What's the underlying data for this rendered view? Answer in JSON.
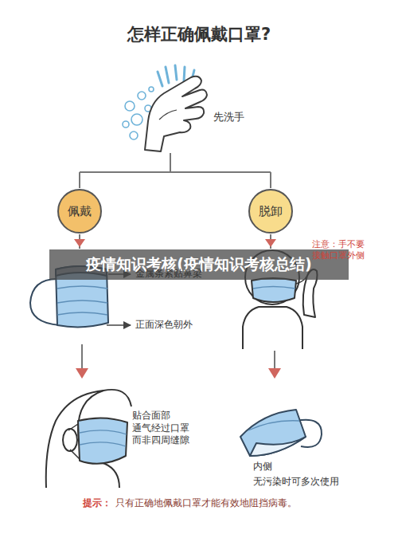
{
  "diagram": {
    "title": "怎样正确佩戴口罩?",
    "nodes": [
      {
        "text": [
          "佩戴"
        ]
      },
      {
        "text": [
          "脱卸"
        ]
      },
      {
        "text": [
          "疫情知识考核(疫情知识考核总结)"
        ]
      }
    ],
    "labels": [
      "先洗手",
      "金属条紧贴鼻梁",
      "正面深色朝外",
      "贴合面部 通气经过口罩 而非四周缝隙",
      "注意：手不要 接触口罩外侧",
      "内侧",
      "无污染时可多次使用",
      "提示：",
      "只有正确地佩戴口罩才能有效地阻挡病毒。"
    ]
  }
}
